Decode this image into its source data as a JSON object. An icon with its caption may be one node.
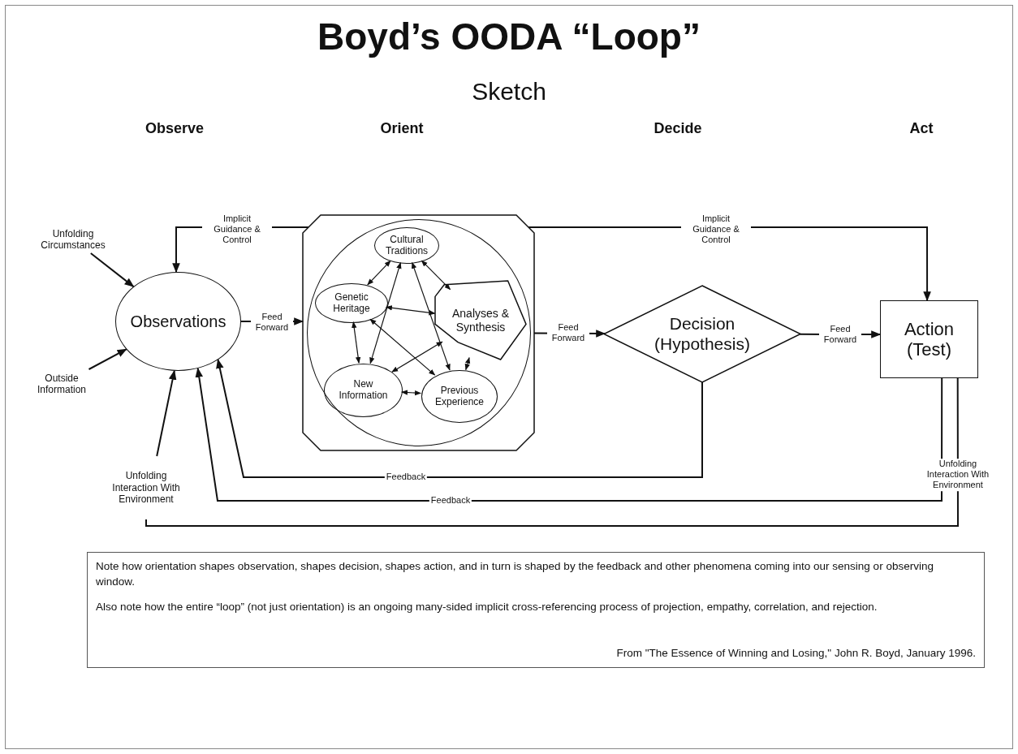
{
  "diagram": {
    "title": "Boyd’s OODA “Loop”",
    "nodes": [
      {
        "text": [
          "Unfolding Circumstances"
        ]
      },
      {
        "text": [
          "Observations"
        ]
      },
      {
        "text": [
          "Outside Information"
        ]
      },
      {
        "text": [
          "Unfolding Interaction With Environment"
        ]
      },
      {
        "text": [],
        "shape": "octagon"
      },
      {
        "text": [],
        "shape": "circle",
        "in": 4
      },
      {
        "text": [
          "Cultural Traditions"
        ],
        "in": 5
      },
      {
        "text": [
          "Genetic Heritage"
        ],
        "in": 5
      },
      {
        "text": [
          "Analyses & Synthesis"
        ],
        "in": 5
      },
      {
        "text": [
          "New Information"
        ],
        "in": 5
      },
      {
        "text": [
          "Previous Experience"
        ],
        "in": 5
      },
      {
        "text": [
          "Decision (Hypothesis)"
        ]
      },
      {
        "text": [
          "Action (Test)"
        ]
      }
    ],
    "edges": [
      {
        "from": 0,
        "to": 1,
        "arrow": "to"
      },
      {
        "from": 2,
        "to": 1,
        "arrow": "to"
      },
      {
        "from": 3,
        "to": 1,
        "arrow": "to"
      },
      {
        "from": 4,
        "to": 1,
        "arrow": "to",
        "label": "Implicit Guidance & Control"
      },
      {
        "from": 1,
        "to": 4,
        "arrow": "to",
        "label": "Feed Forward"
      },
      {
        "from": 4,
        "to": 11,
        "arrow": "to",
        "label": "Feed Forward"
      },
      {
        "from": 11,
        "to": 12,
        "arrow": "to",
        "label": "Feed Forward"
      },
      {
        "from": 4,
        "to": 12,
        "arrow": "to",
        "label": "Implicit Guidance & Control"
      },
      {
        "from": 11,
        "to": 1,
        "arrow": "to",
        "label": "Feedback"
      },
      {
        "from": 12,
        "to": 1,
        "arrow": "to",
        "label": "Feedback"
      },
      {
        "from": 12,
        "to": 3,
        "arrow": "none",
        "label": "Unfolding Interaction With Environment"
      },
      {
        "from": 6,
        "to": 7,
        "arrow": "both"
      },
      {
        "from": 6,
        "to": 8,
        "arrow": "both"
      },
      {
        "from": 7,
        "to": 8,
        "arrow": "both"
      },
      {
        "from": 7,
        "to": 9,
        "arrow": "both"
      },
      {
        "from": 6,
        "to": 9,
        "arrow": "both"
      },
      {
        "from": 6,
        "to": 10,
        "arrow": "both"
      },
      {
        "from": 7,
        "to": 10,
        "arrow": "both"
      },
      {
        "from": 8,
        "to": 9,
        "arrow": "both"
      },
      {
        "from": 8,
        "to": 10,
        "arrow": "both"
      },
      {
        "from": 9,
        "to": 10,
        "arrow": "both"
      }
    ],
    "labels": [
      "Sketch",
      "Observe",
      "Orient",
      "Decide",
      "Act",
      "Note how orientation shapes observation, shapes decision, shapes action, and in turn is shaped by the feedback and other phenomena coming into our sensing or observing window.",
      "Also note how the entire “loop” (not just orientation) is an ongoing many-sided implicit cross-referencing process of projection, empathy, correlation, and rejection.",
      "From \"The Essence of Winning and Losing,\" John R. Boyd, January 1996."
    ]
  }
}
